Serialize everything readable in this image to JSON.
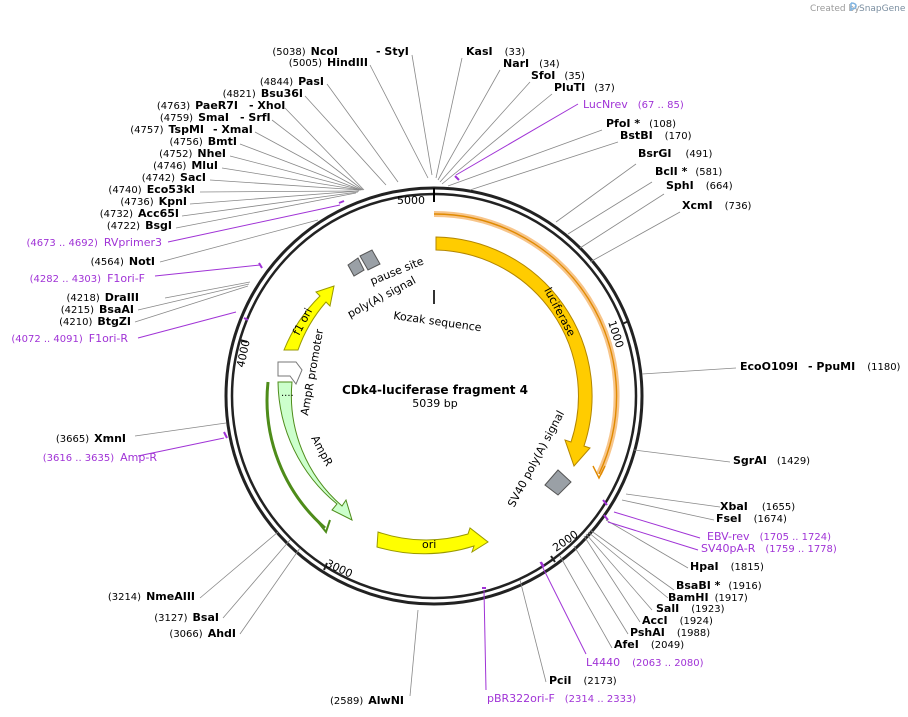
{
  "credit": {
    "prefix": "Created by",
    "brand": "SnapGene"
  },
  "plasmid": {
    "name": "CDk4-luciferase fragment 4",
    "length": "5039 bp"
  },
  "ticks": [
    "1000",
    "2000",
    "3000",
    "4000",
    "5000"
  ],
  "features": {
    "luciferase": "luciferase",
    "ampr": "AmpR",
    "ampr_promoter": "AmpR promoter",
    "ori": "ori",
    "f1ori": "f1 ori",
    "sv40": "SV40 poly(A) signal",
    "polya": "poly(A) signal",
    "pause": "pause site",
    "kozak": "Kozak sequence"
  },
  "sites": [
    {
      "pos": "(5038)",
      "name": "NcoI",
      "extra": "- StyI"
    },
    {
      "pos": "(5005)",
      "name": "HindIII",
      "extra": ""
    },
    {
      "pos": "(4844)",
      "name": "PasI",
      "extra": ""
    },
    {
      "pos": "(4821)",
      "name": "Bsu36I",
      "extra": ""
    },
    {
      "pos": "(4763)",
      "name": "PaeR7I",
      "extra": "- XhoI"
    },
    {
      "pos": "(4759)",
      "name": "SmaI",
      "extra": "- SrfI"
    },
    {
      "pos": "(4757)",
      "name": "TspMI",
      "extra": "- XmaI"
    },
    {
      "pos": "(4756)",
      "name": "BmtI",
      "extra": ""
    },
    {
      "pos": "(4752)",
      "name": "NheI",
      "extra": ""
    },
    {
      "pos": "(4746)",
      "name": "MluI",
      "extra": ""
    },
    {
      "pos": "(4742)",
      "name": "SacI",
      "extra": ""
    },
    {
      "pos": "(4740)",
      "name": "Eco53kI",
      "extra": ""
    },
    {
      "pos": "(4736)",
      "name": "KpnI",
      "extra": ""
    },
    {
      "pos": "(4732)",
      "name": "Acc65I",
      "extra": ""
    },
    {
      "pos": "(4722)",
      "name": "BsgI",
      "extra": ""
    },
    {
      "pos": "(4564)",
      "name": "NotI",
      "extra": ""
    },
    {
      "pos": "(4218)",
      "name": "DraIII",
      "extra": ""
    },
    {
      "pos": "(4215)",
      "name": "BsaAI",
      "extra": ""
    },
    {
      "pos": "(4210)",
      "name": "BtgZI",
      "extra": ""
    },
    {
      "pos": "(3665)",
      "name": "XmnI",
      "extra": ""
    },
    {
      "pos": "(3214)",
      "name": "NmeAIII",
      "extra": ""
    },
    {
      "pos": "(3127)",
      "name": "BsaI",
      "extra": ""
    },
    {
      "pos": "(3066)",
      "name": "AhdI",
      "extra": ""
    },
    {
      "pos": "(2589)",
      "name": "AlwNI",
      "extra": ""
    },
    {
      "pos": "(33)",
      "name": "KasI",
      "extra": ""
    },
    {
      "pos": "(34)",
      "name": "NarI",
      "extra": ""
    },
    {
      "pos": "(35)",
      "name": "SfoI",
      "extra": ""
    },
    {
      "pos": "(37)",
      "name": "PluTI",
      "extra": ""
    },
    {
      "pos": "(108)",
      "name": "PfoI *",
      "extra": ""
    },
    {
      "pos": "(170)",
      "name": "BstBI",
      "extra": ""
    },
    {
      "pos": "(491)",
      "name": "BsrGI",
      "extra": ""
    },
    {
      "pos": "(581)",
      "name": "BclI *",
      "extra": ""
    },
    {
      "pos": "(664)",
      "name": "SphI",
      "extra": ""
    },
    {
      "pos": "(736)",
      "name": "XcmI",
      "extra": ""
    },
    {
      "pos": "(1180)",
      "name": "EcoO109I",
      "extra": "- PpuMI"
    },
    {
      "pos": "(1429)",
      "name": "SgrAI",
      "extra": ""
    },
    {
      "pos": "(1655)",
      "name": "XbaI",
      "extra": ""
    },
    {
      "pos": "(1674)",
      "name": "FseI",
      "extra": ""
    },
    {
      "pos": "(1815)",
      "name": "HpaI",
      "extra": ""
    },
    {
      "pos": "(1916)",
      "name": "BsaBI *",
      "extra": ""
    },
    {
      "pos": "(1917)",
      "name": "BamHI",
      "extra": ""
    },
    {
      "pos": "(1923)",
      "name": "SalI",
      "extra": ""
    },
    {
      "pos": "(1924)",
      "name": "AccI",
      "extra": ""
    },
    {
      "pos": "(1988)",
      "name": "PshAI",
      "extra": ""
    },
    {
      "pos": "(2049)",
      "name": "AfeI",
      "extra": ""
    },
    {
      "pos": "(2173)",
      "name": "PciI",
      "extra": ""
    }
  ],
  "primers": [
    {
      "pos": "(4673 .. 4692)",
      "name": "RVprimer3"
    },
    {
      "pos": "(4282 .. 4303)",
      "name": "F1ori-F"
    },
    {
      "pos": "(4072 .. 4091)",
      "name": "F1ori-R"
    },
    {
      "pos": "(3616 .. 3635)",
      "name": "Amp-R"
    },
    {
      "name": "LucNrev",
      "pos": "(67 .. 85)"
    },
    {
      "name": "EBV-rev",
      "pos": "(1705 .. 1724)"
    },
    {
      "name": "SV40pA-R",
      "pos": "(1759 .. 1778)"
    },
    {
      "name": "L4440",
      "pos": "(2063 .. 2080)"
    },
    {
      "name": "pBR322ori-F",
      "pos": "(2314 .. 2333)"
    }
  ],
  "colors": {
    "backbone": "#222222",
    "luciferase": "#ffcc00",
    "ampr": "#ccffcc",
    "ori": "#ffff00",
    "terminator": "#9aa0a6",
    "primer": "#a033d6",
    "site_line": "#888888"
  }
}
